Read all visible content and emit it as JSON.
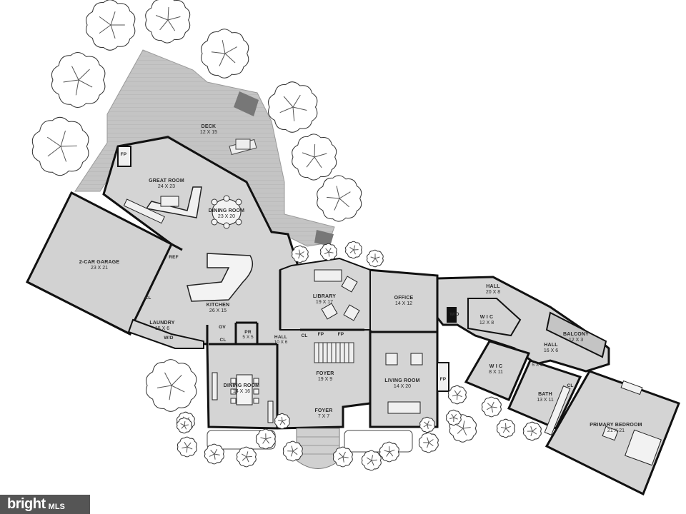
{
  "rooms": [
    {
      "name": "DECK",
      "dims": "12 X 15"
    },
    {
      "name": "GREAT ROOM",
      "dims": "24 X 23"
    },
    {
      "name": "DINING ROOM",
      "dims": "23 X 20"
    },
    {
      "name": "2-CAR GARAGE",
      "dims": "23 X 21"
    },
    {
      "name": "KITCHEN",
      "dims": "26 X 15"
    },
    {
      "name": "LAUNDRY",
      "dims": "15 X 6"
    },
    {
      "name": "LIBRARY",
      "dims": "19 X 17"
    },
    {
      "name": "OFFICE",
      "dims": "14 X 12"
    },
    {
      "name": "HALL",
      "dims": "20 X 8"
    },
    {
      "name": "W I C",
      "dims": "12 X 8"
    },
    {
      "name": "BALCONY",
      "dims": "12 X 3"
    },
    {
      "name": "HALL",
      "dims": "16 X 6"
    },
    {
      "name": "W I C",
      "dims": "8 X 11"
    },
    {
      "name": "BATH",
      "dims": "13 X 11"
    },
    {
      "name": "PRIMARY BEDROOM",
      "dims": "21 X 21"
    },
    {
      "name": "PR",
      "dims": "5 X 5"
    },
    {
      "name": "HALL",
      "dims": "10 X 6"
    },
    {
      "name": "DINING ROOM",
      "dims": "14 X 16"
    },
    {
      "name": "FOYER",
      "dims": "19 X 9"
    },
    {
      "name": "FOYER",
      "dims": "7 X 7"
    },
    {
      "name": "LIVING ROOM",
      "dims": "14 X 20"
    }
  ],
  "fixtures": {
    "fp_1": "FP",
    "fp_2": "FP",
    "ref": "REF",
    "cl_garage": "CL",
    "wd_laundry": "W/D",
    "ov": "OV",
    "cl_dining": "CL",
    "cl_hall": "CL",
    "fp_hall_1": "FP",
    "fp_hall_2": "FP",
    "wd_hall": "W/D",
    "closet_dims": "5 X 3",
    "cl_bath": "CL"
  },
  "brand": {
    "logo_main": "bright",
    "logo_sub": "MLS"
  },
  "colors": {
    "floor": "#d4d4d4",
    "deck": "#c2c2c2",
    "wall": "#111111",
    "tree": "#ffffff"
  }
}
